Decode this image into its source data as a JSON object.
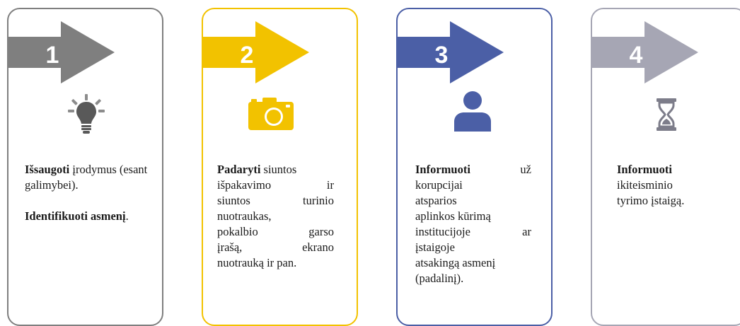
{
  "steps": [
    {
      "number": "1",
      "icon": "lightbulb-icon",
      "color": "#7f7f7f",
      "text": {
        "b1": "Išsaugoti",
        "r1": " įrodymus (esant galimybei).",
        "b2": "Identifikuoti asmenį",
        "r2": "."
      }
    },
    {
      "number": "2",
      "icon": "camera-icon",
      "color": "#f2c200",
      "text": {
        "b1": "Padaryti",
        "r1": " siuntos",
        "l2a": "išpakavimo",
        "l2b": "ir",
        "l3a": "siuntos",
        "l3b": "turinio",
        "l4": "nuotraukas,",
        "l5a": "pokalbio",
        "l5b": "garso",
        "l6a": "įrašą,",
        "l6b": "ekrano",
        "l7": "nuotrauką ir pan."
      }
    },
    {
      "number": "3",
      "icon": "person-icon",
      "color": "#4b5fa6",
      "text": {
        "b1": "Informuoti",
        "r1": "už",
        "l2": "korupcijai",
        "l3": "atsparios",
        "l4": "aplinkos kūrimą",
        "l5a": "institucijoje",
        "l5b": "ar",
        "l6": "įstaigoje",
        "l7": "atsakingą asmenį",
        "l8": "(padalinį)."
      }
    },
    {
      "number": "4",
      "icon": "hourglass-icon",
      "color": "#a6a6b4",
      "text": {
        "b1": "Informuoti",
        "l2": "ikiteisminio",
        "l3": "tyrimo įstaigą."
      }
    }
  ]
}
